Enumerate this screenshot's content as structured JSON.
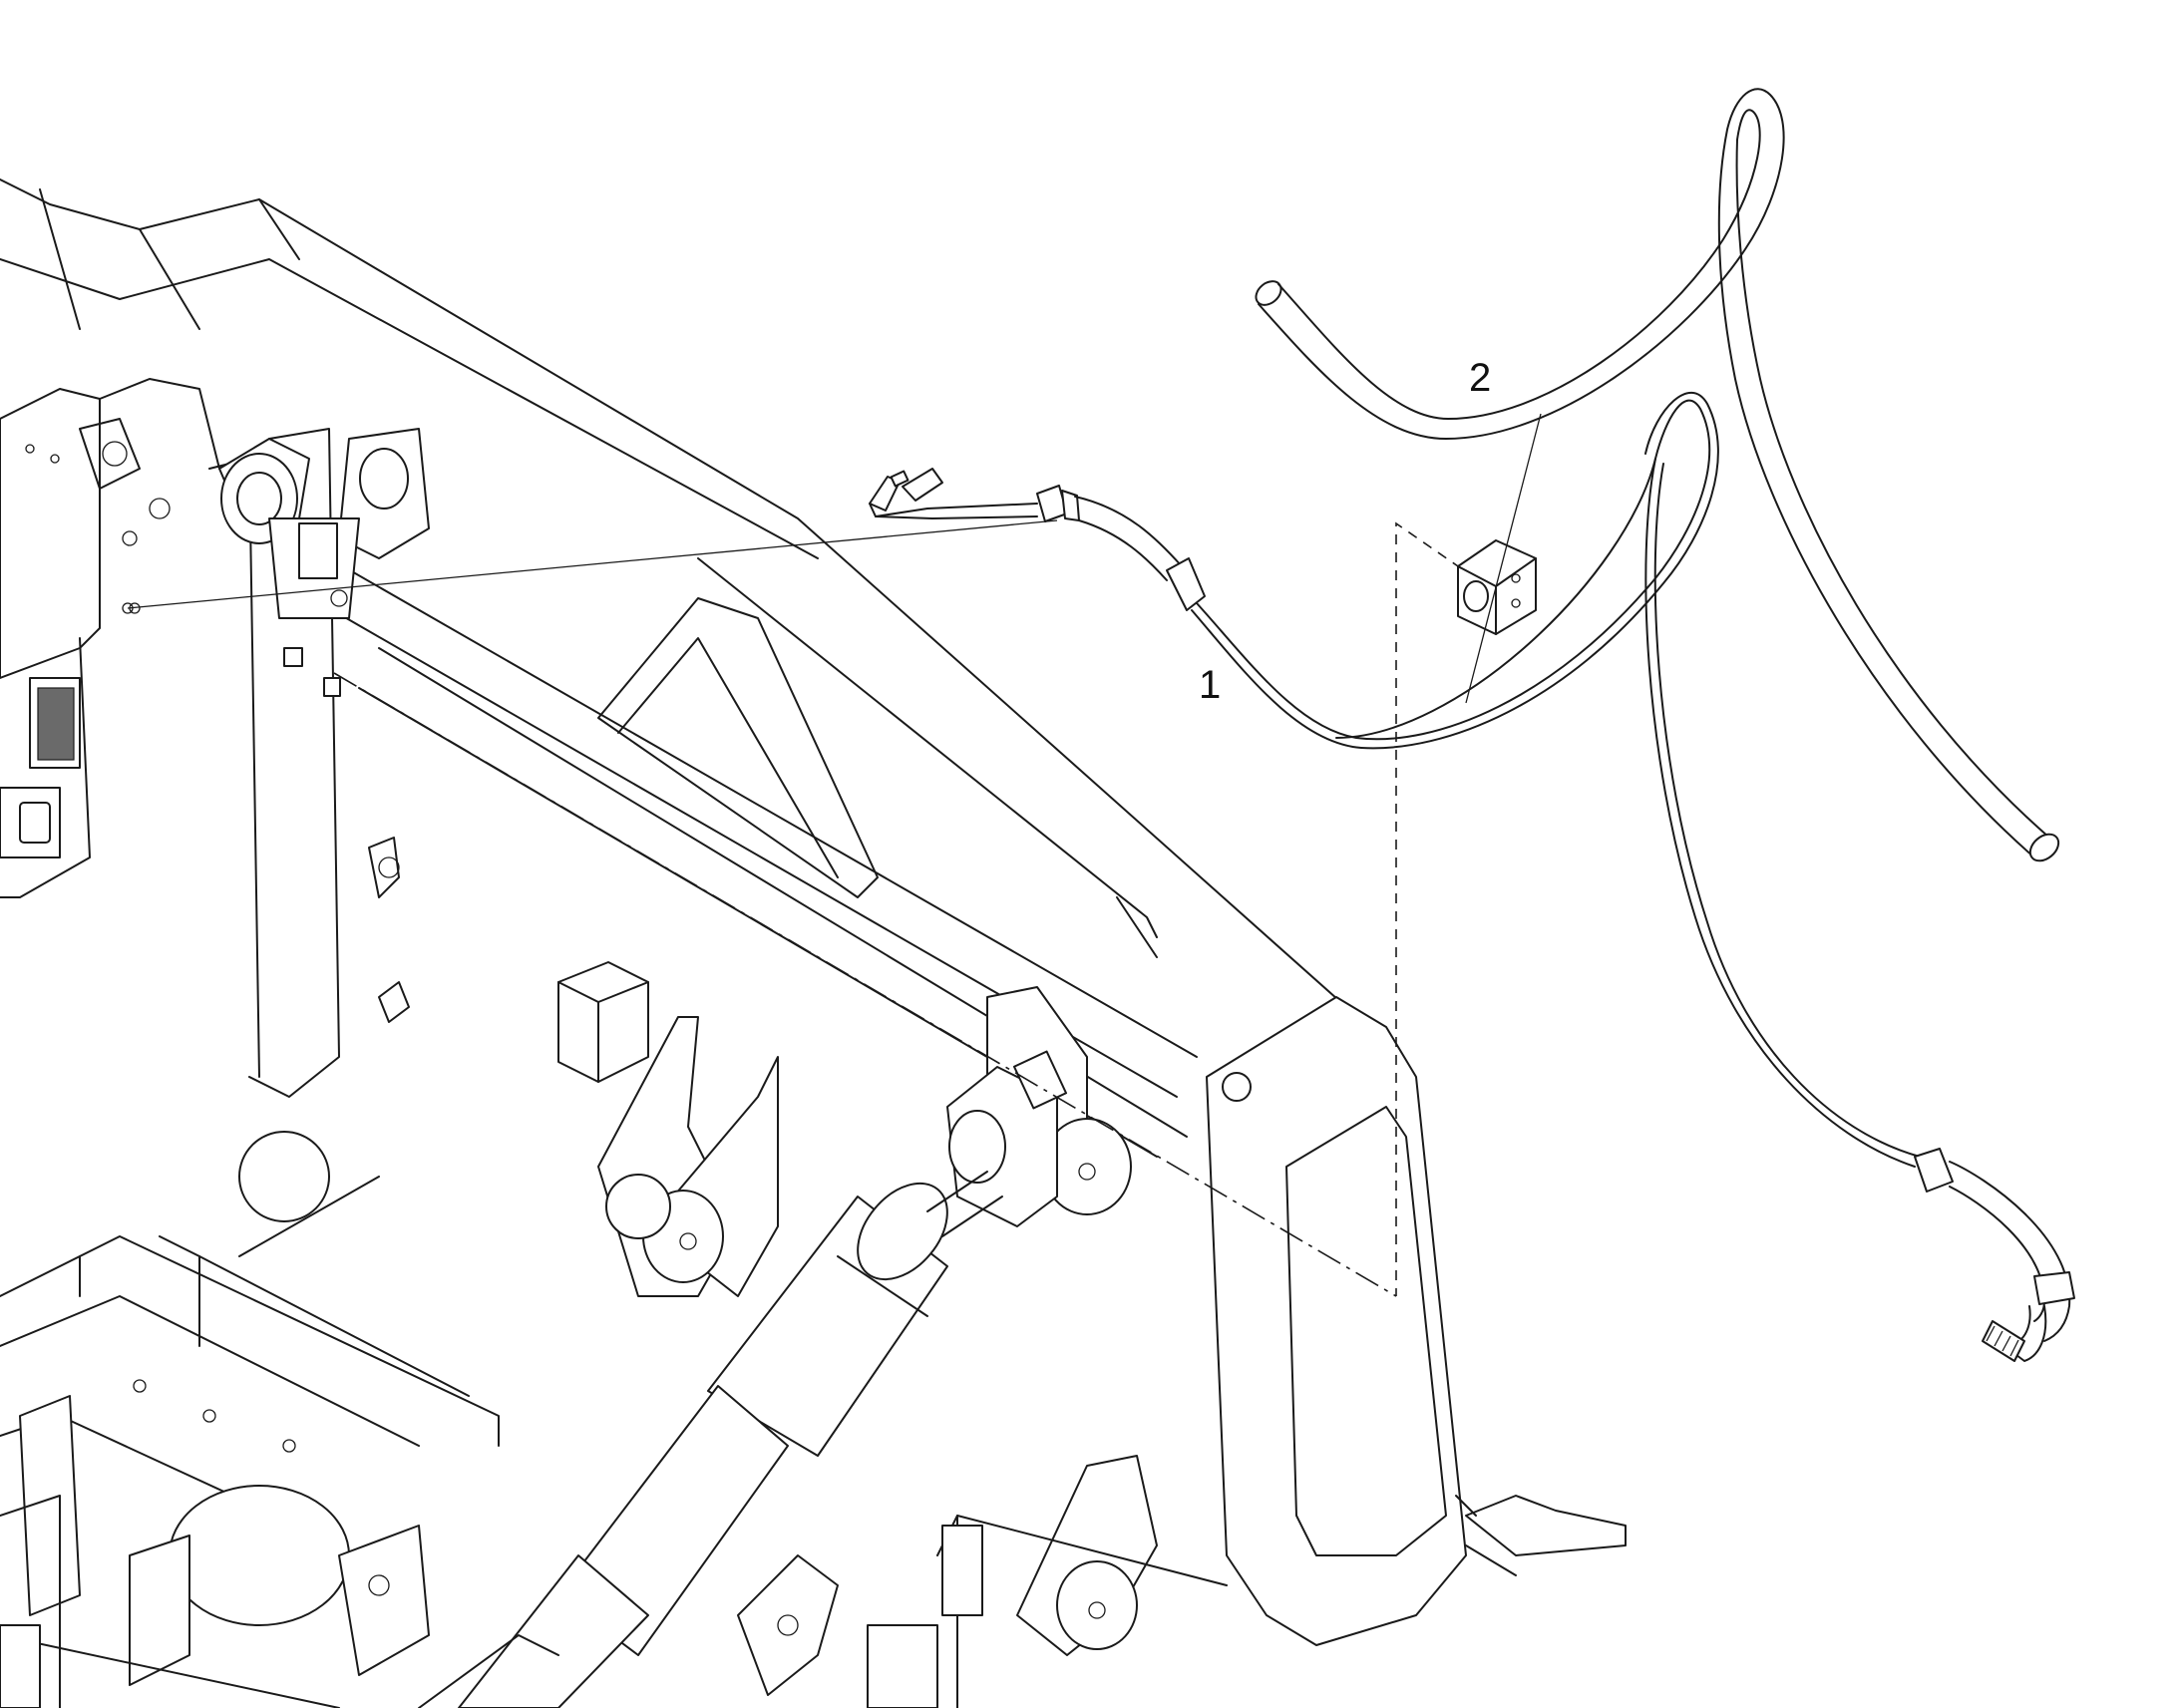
{
  "diagram": {
    "callouts": [
      {
        "id": "1",
        "label": "1"
      },
      {
        "id": "2",
        "label": "2"
      }
    ],
    "colors": {
      "line": "#1a1a1a",
      "background": "#ffffff",
      "shade": "#6a6a6a"
    }
  }
}
